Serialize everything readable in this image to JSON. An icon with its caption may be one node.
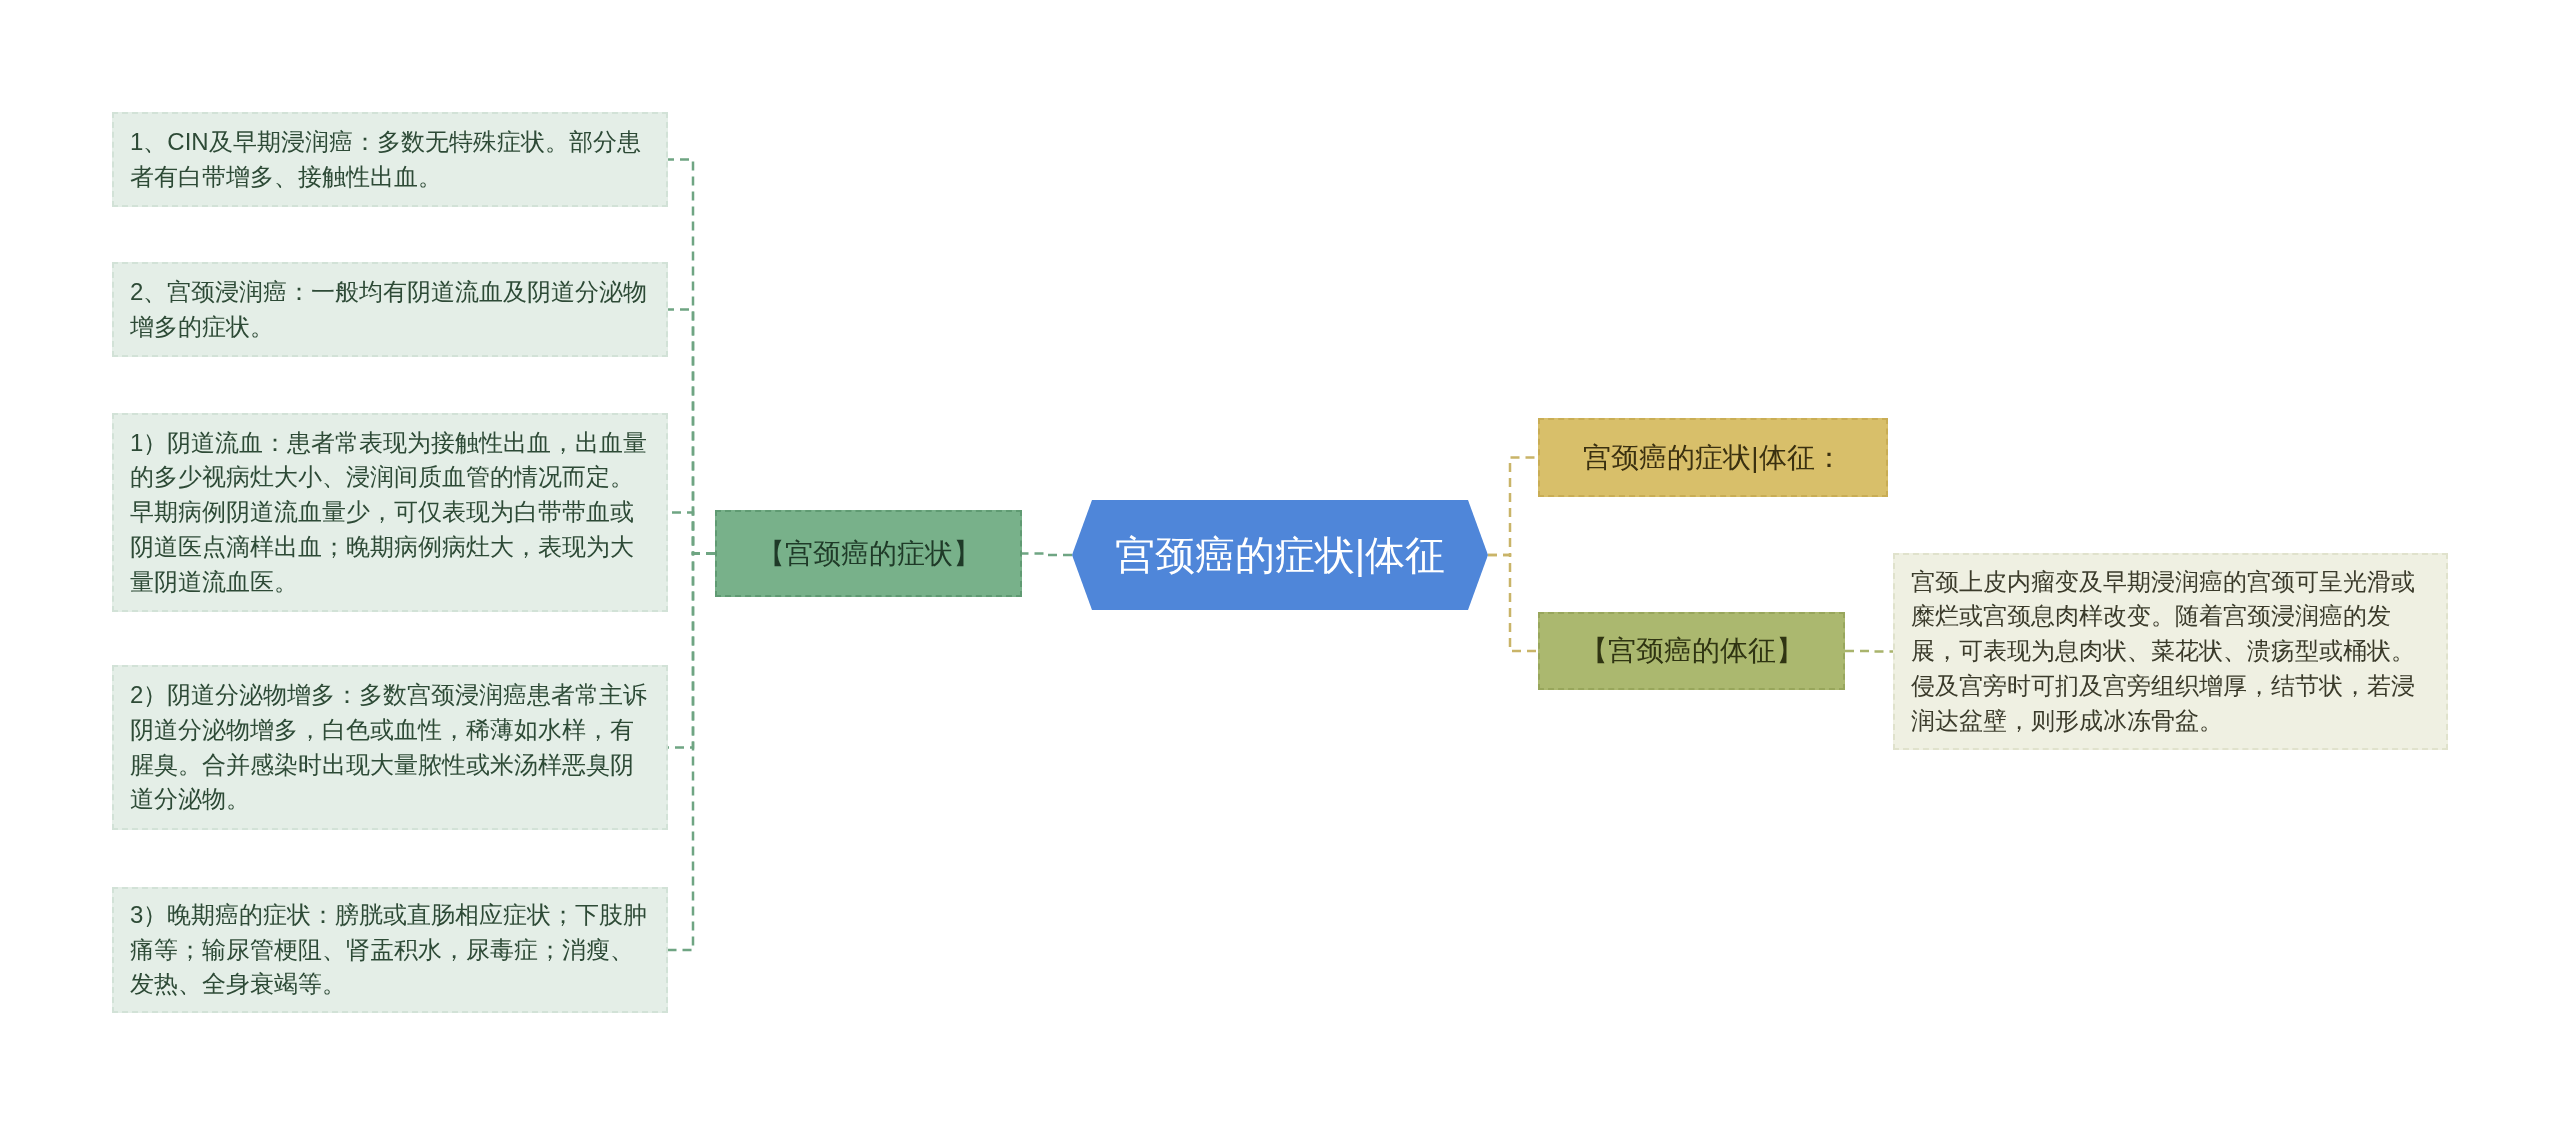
{
  "diagram": {
    "nodes": [
      {
        "text": [
          "宫颈癌的症状|体征"
        ]
      },
      {
        "text": [
          "【宫颈癌的症状】"
        ]
      },
      {
        "text": [
          "1、CIN及早期浸润癌：多数无特殊症状。部分患者有白带增多、接触性出血。"
        ]
      },
      {
        "text": [
          "2、宫颈浸润癌：一般均有阴道流血及阴道分泌物增多的症状。"
        ]
      },
      {
        "text": [
          "1）阴道流血：患者常表现为接触性出血，出血量的多少视病灶大小、浸润间质血管的情况而定。早期病例阴道流血量少，可仅表现为白带带血或阴道医点滴样出血；晚期病例病灶大，表现为大量阴道流血医。"
        ]
      },
      {
        "text": [
          "2）阴道分泌物增多：多数宫颈浸润癌患者常主诉阴道分泌物增多，白色或血性，稀薄如水样，有腥臭。合并感染时出现大量脓性或米汤样恶臭阴道分泌物。"
        ]
      },
      {
        "text": [
          "3）晚期癌的症状：膀胱或直肠相应症状；下肢肿痛等；输尿管梗阻、肾盂积水，尿毒症；消瘦、发热、全身衰竭等。"
        ]
      },
      {
        "text": [
          "宫颈癌的症状|体征："
        ]
      },
      {
        "text": [
          "【宫颈癌的体征】"
        ]
      },
      {
        "text": [
          "宫颈上皮内瘤变及早期浸润癌的宫颈可呈光滑或糜烂或宫颈息肉样改变。随着宫颈浸润癌的发展，可表现为息肉状、菜花状、溃疡型或桶状。侵及宫旁时可扪及宫旁组织增厚，结节状，若浸润达盆壁，则形成冰冻骨盆。"
        ]
      }
    ],
    "edges": [
      {
        "from": 0,
        "to": 1,
        "arrow": "none"
      },
      {
        "from": 1,
        "to": 2,
        "arrow": "none"
      },
      {
        "from": 1,
        "to": 3,
        "arrow": "none"
      },
      {
        "from": 1,
        "to": 4,
        "arrow": "none"
      },
      {
        "from": 1,
        "to": 5,
        "arrow": "none"
      },
      {
        "from": 1,
        "to": 6,
        "arrow": "none"
      },
      {
        "from": 0,
        "to": 7,
        "arrow": "none",
        "color": "#c9b468"
      },
      {
        "from": 0,
        "to": 8,
        "arrow": "none",
        "color": "#c9b468"
      },
      {
        "from": 8,
        "to": 9,
        "arrow": "none",
        "color": "#a9b46c"
      }
    ]
  }
}
